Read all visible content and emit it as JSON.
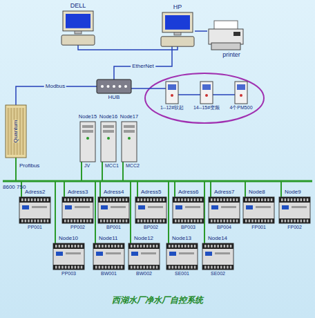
{
  "diagram": {
    "title": "西湖水厂净水厂自控系统",
    "nodes": [
      {
        "text": [
          "DELL"
        ]
      },
      {
        "text": [
          "HP"
        ]
      },
      {
        "text": [
          "printer"
        ]
      },
      {
        "text": [
          "HUB"
        ]
      },
      {
        "text": [
          "1--12#软起"
        ]
      },
      {
        "text": [
          "14--15#变频"
        ]
      },
      {
        "text": [
          "4个PM500"
        ]
      },
      {
        "text": [
          "Quantum"
        ]
      },
      {
        "text": [
          "Node15",
          "JV"
        ]
      },
      {
        "text": [
          "Node16",
          "MCC1"
        ]
      },
      {
        "text": [
          "Node17",
          "MCC2"
        ]
      },
      {
        "text": [
          "Adress2",
          "PP001"
        ]
      },
      {
        "text": [
          "Adress3",
          "PP002"
        ]
      },
      {
        "text": [
          "Adress4",
          "BP001"
        ]
      },
      {
        "text": [
          "Adress5",
          "BP002"
        ]
      },
      {
        "text": [
          "Adress6",
          "BP003"
        ]
      },
      {
        "text": [
          "Adress7",
          "BP004"
        ]
      },
      {
        "text": [
          "Node8",
          "FP001"
        ]
      },
      {
        "text": [
          "Node9",
          "FP002"
        ]
      },
      {
        "text": [
          "Node10",
          "PP003"
        ]
      },
      {
        "text": [
          "Node11",
          "BW001"
        ]
      },
      {
        "text": [
          "Node12",
          "BW002"
        ]
      },
      {
        "text": [
          "Node13",
          "SE001"
        ]
      },
      {
        "text": [
          "Node14",
          "SE002"
        ]
      }
    ],
    "edges": [
      {
        "from": 0,
        "to": 1,
        "arrow": "none"
      },
      {
        "from": 1,
        "to": 2,
        "arrow": "none"
      },
      {
        "from": 1,
        "to": 3,
        "label": "EtherNet",
        "arrow": "none"
      },
      {
        "from": 3,
        "to": 7,
        "label": "Modbus",
        "arrow": "none"
      },
      {
        "from": 3,
        "to": 4,
        "arrow": "none"
      },
      {
        "from": 4,
        "to": 5,
        "arrow": "none"
      },
      {
        "from": 5,
        "to": 6,
        "arrow": "none"
      },
      {
        "from": 7,
        "to": 8,
        "arrow": "none"
      },
      {
        "from": 7,
        "to": 9,
        "arrow": "none"
      },
      {
        "from": 7,
        "to": 10,
        "arrow": "none"
      },
      {
        "from": 7,
        "to": 11,
        "arrow": "none"
      },
      {
        "from": 7,
        "to": 12,
        "arrow": "none"
      },
      {
        "from": 7,
        "to": 13,
        "arrow": "none"
      },
      {
        "from": 7,
        "to": 14,
        "arrow": "none"
      },
      {
        "from": 7,
        "to": 15,
        "arrow": "none"
      },
      {
        "from": 7,
        "to": 16,
        "arrow": "none"
      },
      {
        "from": 7,
        "to": 17,
        "arrow": "none"
      },
      {
        "from": 7,
        "to": 18,
        "arrow": "none"
      },
      {
        "from": 7,
        "to": 19,
        "arrow": "none"
      },
      {
        "from": 7,
        "to": 20,
        "arrow": "none"
      },
      {
        "from": 7,
        "to": 21,
        "arrow": "none"
      },
      {
        "from": 7,
        "to": 22,
        "arrow": "none"
      },
      {
        "from": 7,
        "to": 23,
        "arrow": "none"
      }
    ],
    "labels": [
      "Profibus",
      "8600 750"
    ]
  }
}
